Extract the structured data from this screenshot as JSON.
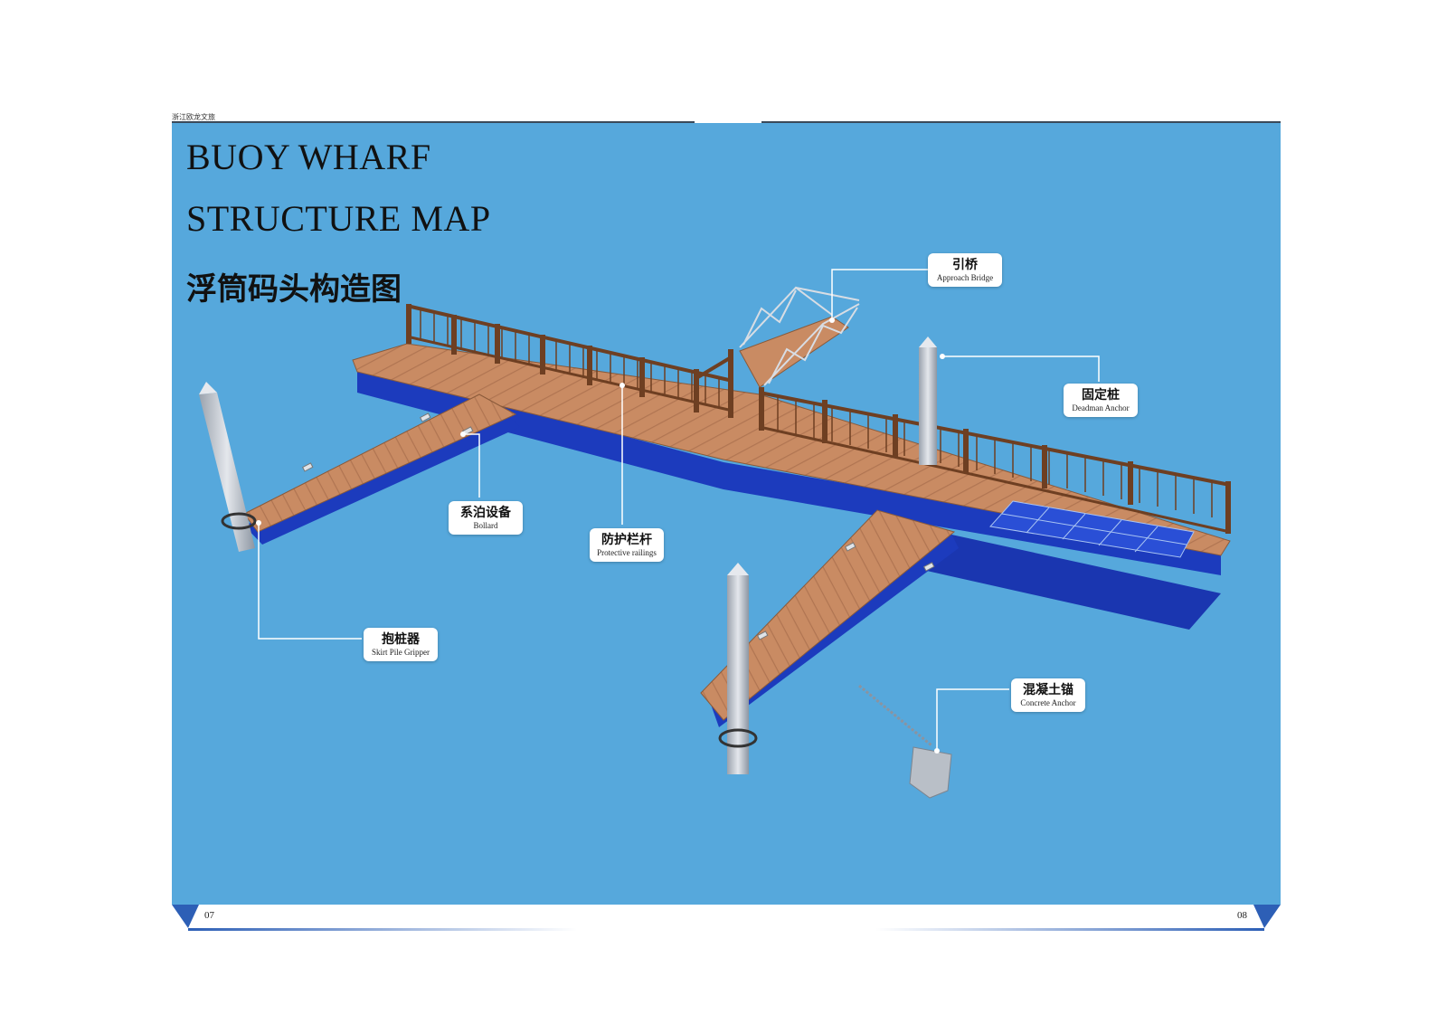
{
  "header": {
    "company": "浙江欧龙文旅"
  },
  "title": {
    "line1": "BUOY WHARF",
    "line2": "STRUCTURE MAP",
    "chinese": "浮筒码头构造图"
  },
  "callouts": {
    "approach_bridge": {
      "cn": "引桥",
      "en": "Approach Bridge"
    },
    "deadman_anchor": {
      "cn": "固定桩",
      "en": "Deadman Anchor"
    },
    "bollard": {
      "cn": "系泊设备",
      "en": "Bollard"
    },
    "protective_railings": {
      "cn": "防护栏杆",
      "en": "Protective railings"
    },
    "skirt_pile_gripper": {
      "cn": "抱桩器",
      "en": "Skirt Pile Gripper"
    },
    "concrete_anchor": {
      "cn": "混凝土锚",
      "en": "Concrete Anchor"
    }
  },
  "footer": {
    "page_left": "07",
    "page_right": "08"
  },
  "colors": {
    "water": "#56a8dc",
    "deck": "#c58a64",
    "float": "#1f3fbf",
    "railing": "#7a4a2c",
    "pile": "#c9ced6"
  }
}
